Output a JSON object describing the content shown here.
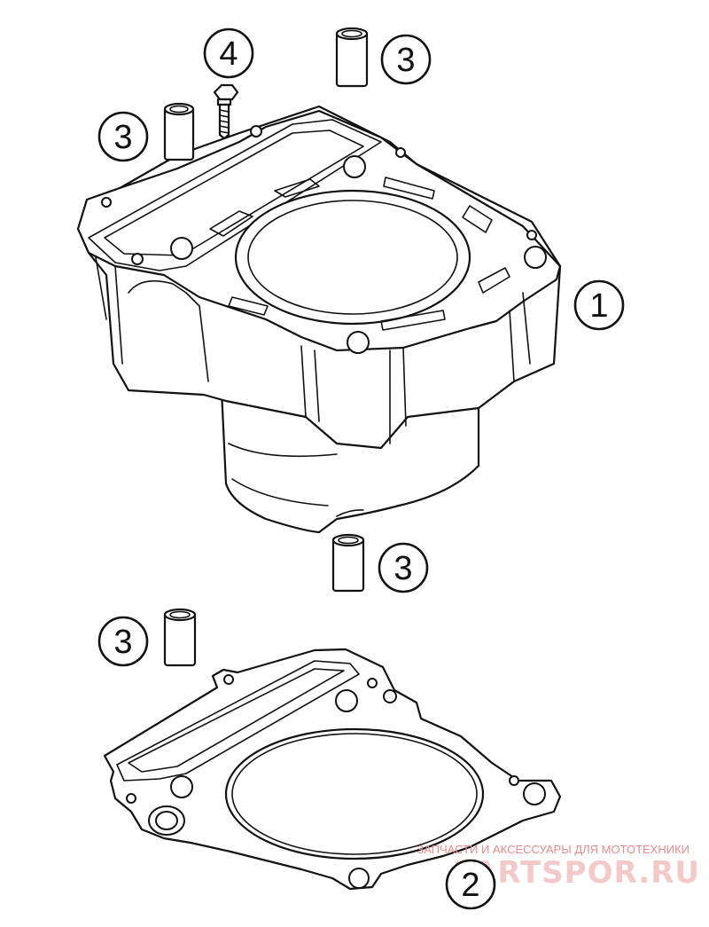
{
  "callouts": {
    "c1": "1",
    "c2": "2",
    "c3a": "3",
    "c3b": "3",
    "c3c": "3",
    "c3d": "3",
    "c4": "4"
  },
  "watermark": {
    "tagline": "ЗАПЧАСТИ И АКСЕССУАРЫ ДЛЯ МОТОТЕХНИКИ",
    "brand": "PARTSPOR.RU"
  },
  "colors": {
    "line": "#111111",
    "watermark": "#e58c8c"
  }
}
